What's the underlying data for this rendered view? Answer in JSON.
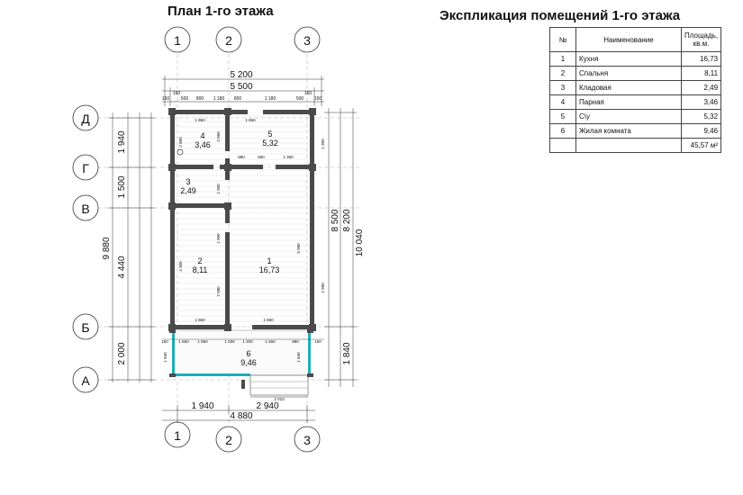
{
  "plan": {
    "title": "План 1-го этажа",
    "axes_numbers": [
      "1",
      "2",
      "3"
    ],
    "axes_letters": [
      "Д",
      "Г",
      "В",
      "Б",
      "А"
    ],
    "dims_top": [
      "5 200",
      "5 500"
    ],
    "dims_bottom": [
      "1 940",
      "2 940",
      "4 880"
    ],
    "dims_left_inner": [
      "1 940",
      "1 500",
      "4 440",
      "2 000"
    ],
    "dims_left_outer": "9 880",
    "dims_right": [
      "8 500",
      "8 200",
      "10 040",
      "1 840"
    ],
    "rooms": [
      {
        "num": "4",
        "area": "3,46"
      },
      {
        "num": "5",
        "area": "5,32"
      },
      {
        "num": "3",
        "area": "2,49"
      },
      {
        "num": "2",
        "area": "8,11"
      },
      {
        "num": "1",
        "area": "16,73"
      },
      {
        "num": "6",
        "area": "9,46"
      }
    ],
    "small_dims": {
      "top_row": [
        "150",
        "500",
        "800",
        "1 180",
        "800",
        "1 180",
        "500",
        "150"
      ],
      "top_row_b": [
        "160",
        "160"
      ],
      "inner_a": [
        "1 860",
        "1 860",
        "1 860",
        "1 360",
        "880",
        "800"
      ],
      "inner_b": [
        "1 860",
        "2 860",
        "3 960",
        "1 900",
        "4 300",
        "5 980",
        "2 980",
        "2 980",
        "1 360",
        "1 900"
      ],
      "porch_row": [
        "150",
        "1 860",
        "1 860",
        "1 000",
        "1 200",
        "1 560",
        "880",
        "150"
      ],
      "bottom": [
        "2 010",
        "1 840",
        "1 840"
      ]
    }
  },
  "explication": {
    "title": "Экспликация помещений 1-го этажа",
    "headers": [
      "№",
      "Наименование",
      "Площадь, кв.м."
    ],
    "rows": [
      {
        "no": "1",
        "name": "Кухня",
        "area": "16,73"
      },
      {
        "no": "2",
        "name": "Спальня",
        "area": "8,11"
      },
      {
        "no": "3",
        "name": "Кладовая",
        "area": "2,49"
      },
      {
        "no": "4",
        "name": "Парная",
        "area": "3,46"
      },
      {
        "no": "5",
        "name": "С\\у",
        "area": "5,32"
      },
      {
        "no": "6",
        "name": "Жилая комната",
        "area": "9,46"
      }
    ],
    "total": "45,57 м²"
  },
  "colors": {
    "wall": "#4a4a4a",
    "accent_glass": "#1ab0b5",
    "line": "#333333"
  }
}
